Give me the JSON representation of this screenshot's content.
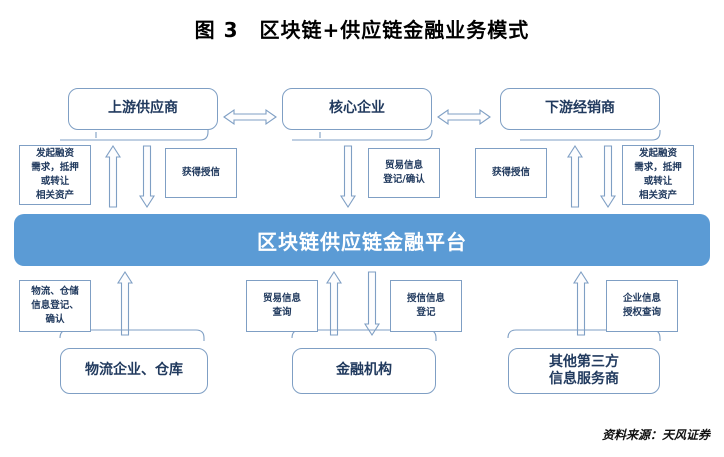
{
  "figure": {
    "title": "图 3　区块链+供应链金融业务模式",
    "source": "资料来源：天风证券",
    "accent_blue": "#5B9BD5",
    "outline_blue": "#7F9FC4",
    "text_navy": "#213A5E"
  },
  "top_row": [
    {
      "id": "upstream-supplier",
      "label": "上游供应商"
    },
    {
      "id": "core-enterprise",
      "label": "核心企业"
    },
    {
      "id": "downstream-dealer",
      "label": "下游经销商"
    }
  ],
  "top_connectors": [
    {
      "id": "supplier-to-core",
      "kind": "double-arrow-horizontal"
    },
    {
      "id": "core-to-dealer",
      "kind": "double-arrow-horizontal"
    }
  ],
  "upper_notes": [
    {
      "id": "note-initiate-financing-left",
      "lines": [
        "发起融资",
        "需求，抵押",
        "或转让",
        "相关资产"
      ]
    },
    {
      "id": "note-obtain-credit-left",
      "lines": [
        "获得授信"
      ]
    },
    {
      "id": "note-trade-info-register",
      "lines": [
        "贸易信息",
        "登记/确认"
      ]
    },
    {
      "id": "note-obtain-credit-right",
      "lines": [
        "获得授信"
      ]
    },
    {
      "id": "note-initiate-financing-right",
      "lines": [
        "发起融资",
        "需求，抵押",
        "或转让",
        "相关资产"
      ]
    }
  ],
  "platform": {
    "id": "blockchain-platform",
    "label": "区块链供应链金融平台"
  },
  "lower_notes": [
    {
      "id": "note-logistics-warehouse-info",
      "lines": [
        "物流、仓储",
        "信息登记、",
        "确认"
      ]
    },
    {
      "id": "note-trade-info-query",
      "lines": [
        "贸易信息",
        "查询"
      ]
    },
    {
      "id": "note-credit-info-register",
      "lines": [
        "授信信息",
        "登记"
      ]
    },
    {
      "id": "note-enterprise-info-auth",
      "lines": [
        "企业信息",
        "授权查询"
      ]
    }
  ],
  "bottom_row": [
    {
      "id": "logistics-company-warehouse",
      "lines": [
        "物流企业、仓库"
      ]
    },
    {
      "id": "financial-institution",
      "lines": [
        "金融机构"
      ]
    },
    {
      "id": "third-party-info-provider",
      "lines": [
        "其他第三方",
        "信息服务商"
      ]
    }
  ],
  "vertical_arrows": [
    {
      "id": "arrow-up-upstream-to-platform",
      "direction": "up"
    },
    {
      "id": "arrow-down-platform-to-upstream",
      "direction": "down"
    },
    {
      "id": "arrow-down-platform-to-core",
      "direction": "down"
    },
    {
      "id": "arrow-up-core-to-platform",
      "direction": "up"
    },
    {
      "id": "arrow-up-dealer-to-platform",
      "direction": "up"
    },
    {
      "id": "arrow-down-platform-to-dealer",
      "direction": "down"
    },
    {
      "id": "arrow-up-logistics-to-platform",
      "direction": "up"
    },
    {
      "id": "arrow-up-finance-to-platform",
      "direction": "up"
    },
    {
      "id": "arrow-down-platform-to-finance",
      "direction": "down"
    },
    {
      "id": "arrow-up-thirdparty-to-platform",
      "direction": "up"
    }
  ]
}
